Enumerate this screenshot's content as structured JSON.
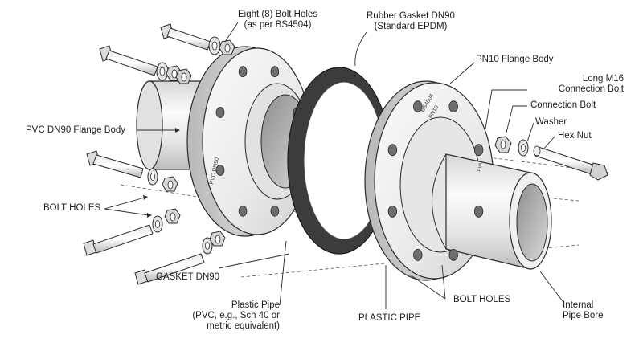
{
  "labels": {
    "bolt_holes_top": [
      "Eight (8) Bolt Holes",
      "(as per BS4504)"
    ],
    "rubber_gasket": [
      "Rubber Gasket DN90",
      "(Standard EPDM)"
    ],
    "pn10_flange": [
      "PN10 Flange Body"
    ],
    "long_bolt": [
      "Long M16",
      "Connection Bolt"
    ],
    "connection_bolt": [
      "Connection Bolt"
    ],
    "washer": [
      "Washer"
    ],
    "hex_nut": [
      "Hex Nut"
    ],
    "pvc_flange": [
      "PVC DN90 Flange Body"
    ],
    "bolt_holes_left": [
      "BOLT HOLES"
    ],
    "gasket_dn90": [
      "GASKET DN90"
    ],
    "plastic_pipe_note": [
      "Plastic Pipe",
      "(PVC, e.g., Sch 40 or",
      "metric equivalent)"
    ],
    "plastic_pipe": [
      "PLASTIC PIPE"
    ],
    "bolt_holes_bottom": [
      "BOLT HOLES"
    ],
    "internal_bore": [
      "Internal",
      "Pipe Bore"
    ]
  },
  "engravings": {
    "left_flange": "PVC DN90",
    "right_flange_line1": "BS4504",
    "right_flange_line2": "PN10",
    "right_flange_side": "PVA"
  },
  "colors": {
    "metal_light": "#f3f3f3",
    "metal_mid": "#d9d9d9",
    "metal_dark": "#a9a9a9",
    "outline": "#2a2a2a",
    "gasket": "#3c3c3c",
    "text": "#1d1d1d"
  }
}
